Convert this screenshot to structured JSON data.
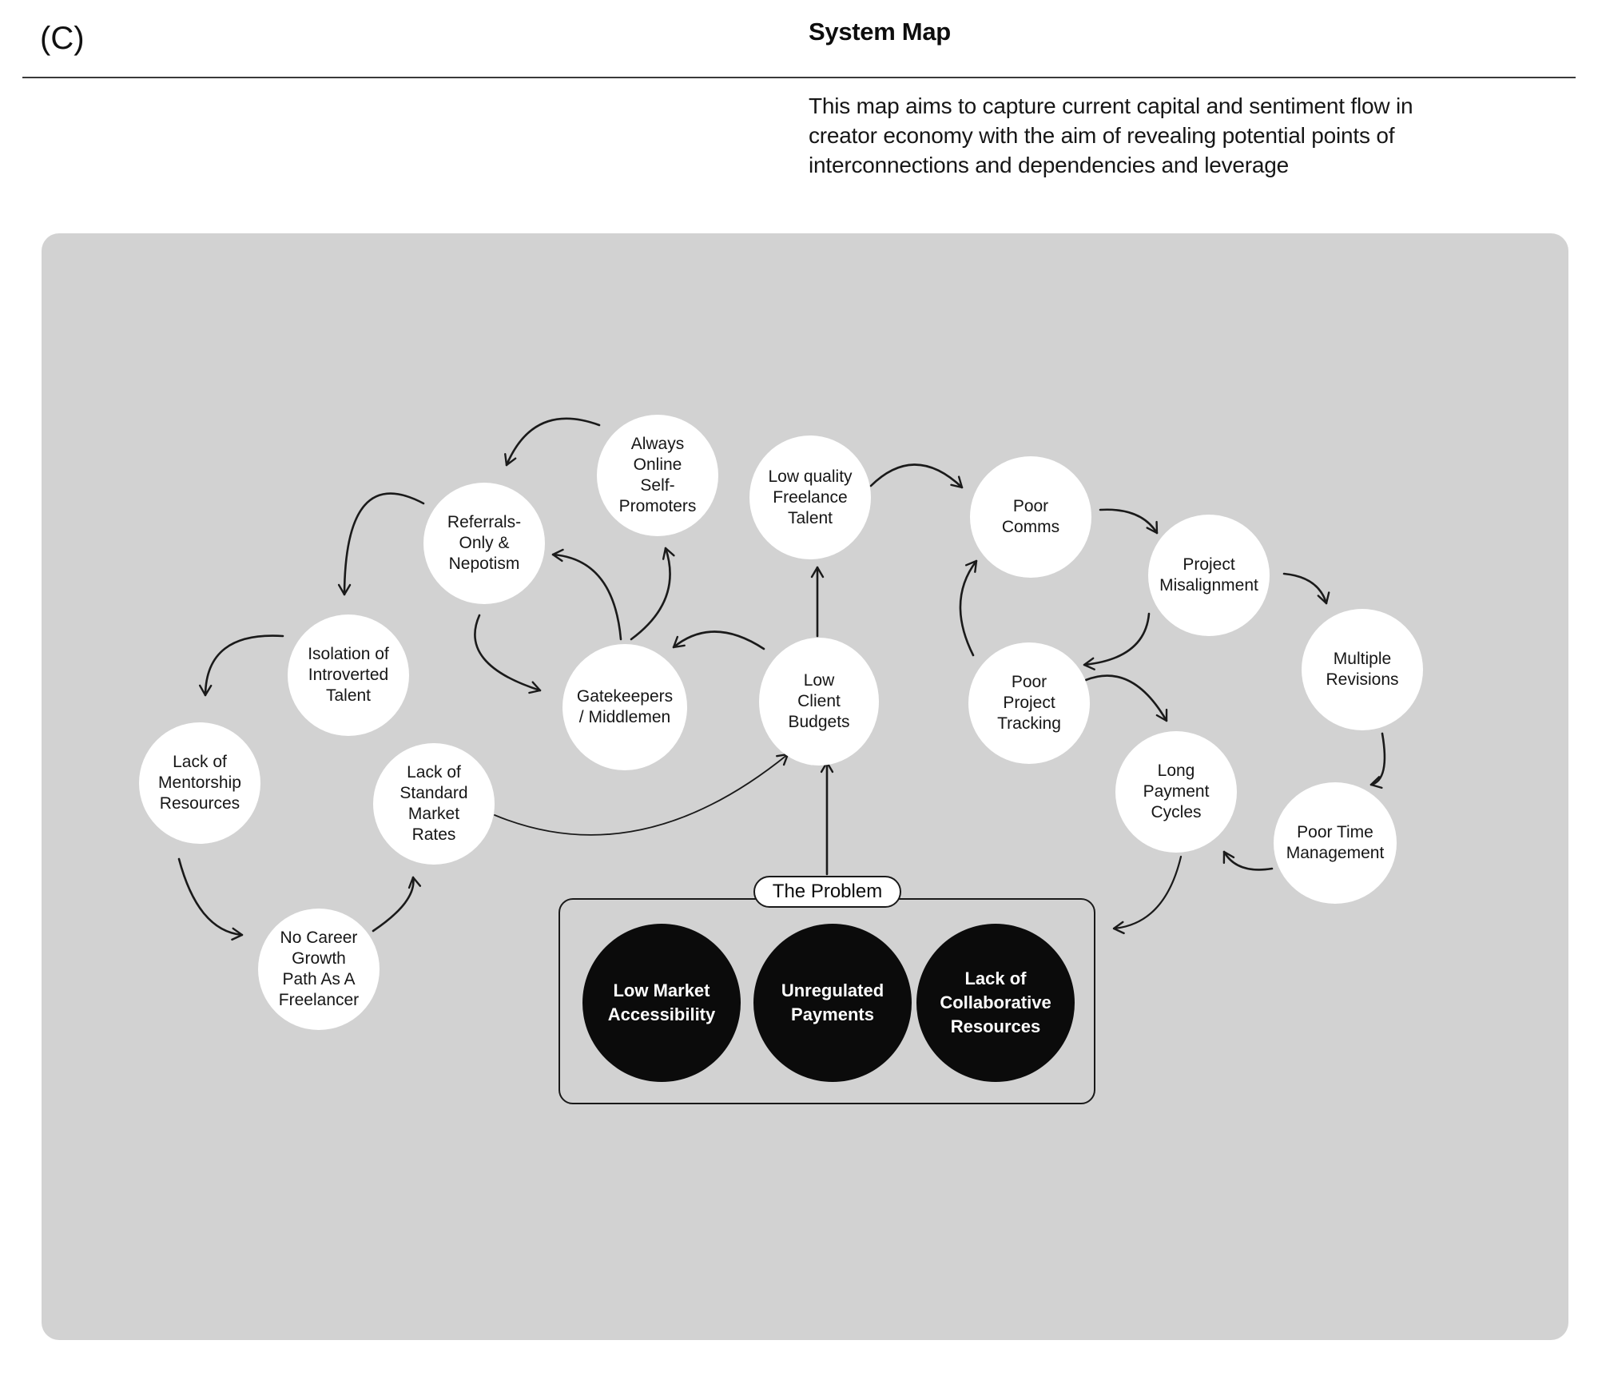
{
  "header": {
    "corner_label": "(C)",
    "title": "System Map",
    "description": "This map aims to capture current capital and sentiment flow in\ncreator economy with the aim of revealing potential points of\ninterconnections and dependencies and leverage"
  },
  "colors": {
    "page_bg": "#ffffff",
    "canvas_bg": "#d2d2d2",
    "node_fill": "#ffffff",
    "node_text": "#161616",
    "problem_node_fill": "#0b0b0b",
    "problem_node_text": "#ffffff",
    "connector": "#1a1a1a"
  },
  "diagram": {
    "nodes": [
      {
        "id": "always-online-self-promoters",
        "label": "Always\nOnline\nSelf-\nPromoters"
      },
      {
        "id": "referrals-only-nepotism",
        "label": "Referrals-\nOnly &\nNepotism"
      },
      {
        "id": "isolation-of-introverted-talent",
        "label": "Isolation of\nIntroverted\nTalent"
      },
      {
        "id": "lack-of-mentorship-resources",
        "label": "Lack of\nMentorship\nResources"
      },
      {
        "id": "lack-of-standard-market-rates",
        "label": "Lack of\nStandard\nMarket\nRates"
      },
      {
        "id": "no-career-growth-path",
        "label": "No Career\nGrowth\nPath As A\nFreelancer"
      },
      {
        "id": "gatekeepers-middlemen",
        "label": "Gatekeepers\n/ Middlemen"
      },
      {
        "id": "low-quality-freelance-talent",
        "label": "Low quality\nFreelance\nTalent"
      },
      {
        "id": "low-client-budgets",
        "label": "Low\nClient\nBudgets"
      },
      {
        "id": "poor-comms",
        "label": "Poor\nComms"
      },
      {
        "id": "project-misalignment",
        "label": "Project\nMisalignment"
      },
      {
        "id": "multiple-revisions",
        "label": "Multiple\nRevisions"
      },
      {
        "id": "poor-project-tracking",
        "label": "Poor\nProject\nTracking"
      },
      {
        "id": "long-payment-cycles",
        "label": "Long\nPayment\nCycles"
      },
      {
        "id": "poor-time-management",
        "label": "Poor Time\nManagement"
      }
    ],
    "problem": {
      "label": "The Problem",
      "items": [
        {
          "id": "low-market-accessibility",
          "label": "Low Market\nAccessibility"
        },
        {
          "id": "unregulated-payments",
          "label": "Unregulated\nPayments"
        },
        {
          "id": "lack-of-collaborative-resources",
          "label": "Lack of\nCollaborative\nResources"
        }
      ]
    },
    "edges": [
      {
        "from": "always-online-self-promoters",
        "to": "referrals-only-nepotism"
      },
      {
        "from": "referrals-only-nepotism",
        "to": "isolation-of-introverted-talent"
      },
      {
        "from": "isolation-of-introverted-talent",
        "to": "lack-of-mentorship-resources"
      },
      {
        "from": "lack-of-mentorship-resources",
        "to": "no-career-growth-path"
      },
      {
        "from": "no-career-growth-path",
        "to": "lack-of-standard-market-rates"
      },
      {
        "from": "lack-of-standard-market-rates",
        "to": "low-client-budgets"
      },
      {
        "from": "referrals-only-nepotism",
        "to": "gatekeepers-middlemen"
      },
      {
        "from": "gatekeepers-middlemen",
        "to": "referrals-only-nepotism"
      },
      {
        "from": "gatekeepers-middlemen",
        "to": "always-online-self-promoters"
      },
      {
        "from": "low-client-budgets",
        "to": "gatekeepers-middlemen"
      },
      {
        "from": "low-client-budgets",
        "to": "low-quality-freelance-talent"
      },
      {
        "from": "the-problem",
        "to": "low-client-budgets"
      },
      {
        "from": "low-quality-freelance-talent",
        "to": "poor-comms"
      },
      {
        "from": "poor-comms",
        "to": "project-misalignment"
      },
      {
        "from": "project-misalignment",
        "to": "multiple-revisions"
      },
      {
        "from": "project-misalignment",
        "to": "poor-project-tracking"
      },
      {
        "from": "poor-project-tracking",
        "to": "poor-comms"
      },
      {
        "from": "poor-project-tracking",
        "to": "long-payment-cycles"
      },
      {
        "from": "multiple-revisions",
        "to": "poor-time-management"
      },
      {
        "from": "poor-time-management",
        "to": "long-payment-cycles"
      },
      {
        "from": "long-payment-cycles",
        "to": "the-problem"
      }
    ]
  }
}
